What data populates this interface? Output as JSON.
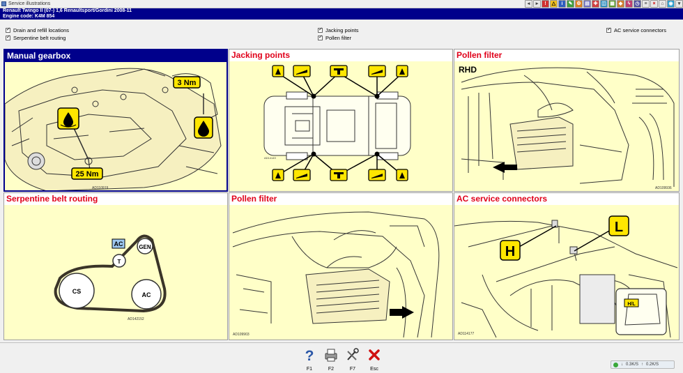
{
  "window": {
    "title": "Service illustrations"
  },
  "vehicle": {
    "line1": "Renault    Twingo II (07-) 1,6 Renaultsport/Gordini 2008-11",
    "line2": "Engine code: K4M 854"
  },
  "options": [
    {
      "label": "Drain and refill locations",
      "checked": true
    },
    {
      "label": "Serpentine belt routing",
      "checked": true
    },
    {
      "label": "Jacking points",
      "checked": true
    },
    {
      "label": "Pollen filter",
      "checked": true
    },
    {
      "label": "AC service connectors",
      "checked": true
    }
  ],
  "panels": [
    {
      "title": "Manual gearbox",
      "selected": true,
      "labels": {
        "torque_top": "3 Nm",
        "torque_bottom": "25 Nm",
        "ref": "AD110919"
      }
    },
    {
      "title": "Jacking points",
      "selected": false,
      "labels": {
        "ref": "AD14149"
      }
    },
    {
      "title": "Pollen filter",
      "selected": false,
      "labels": {
        "rhd": "RHD",
        "ref": "AD109936"
      }
    },
    {
      "title": "Serpentine belt routing",
      "selected": false,
      "labels": {
        "ac": "AC",
        "gen": "GEN",
        "t": "T",
        "cs": "CS",
        "ac_pulley": "AC",
        "ref": "AD142152"
      }
    },
    {
      "title": "Pollen filter",
      "selected": false,
      "labels": {
        "ref": "AD109903"
      }
    },
    {
      "title": "AC service connectors",
      "selected": false,
      "labels": {
        "h": "H",
        "l": "L",
        "hl": "H/L",
        "ref": "AD114177"
      }
    }
  ],
  "footer": {
    "buttons": [
      {
        "key": "F1",
        "icon": "help-icon"
      },
      {
        "key": "F2",
        "icon": "printer-icon"
      },
      {
        "key": "F7",
        "icon": "tools-icon"
      },
      {
        "key": "Esc",
        "icon": "close-icon"
      }
    ],
    "network": {
      "down": "0.3K/S",
      "up": "0.2K/S"
    }
  },
  "colors": {
    "header": "#00008b",
    "panel_bg": "#ffffc8",
    "title_red": "#e0001a",
    "badge_yellow": "#ffe600"
  }
}
